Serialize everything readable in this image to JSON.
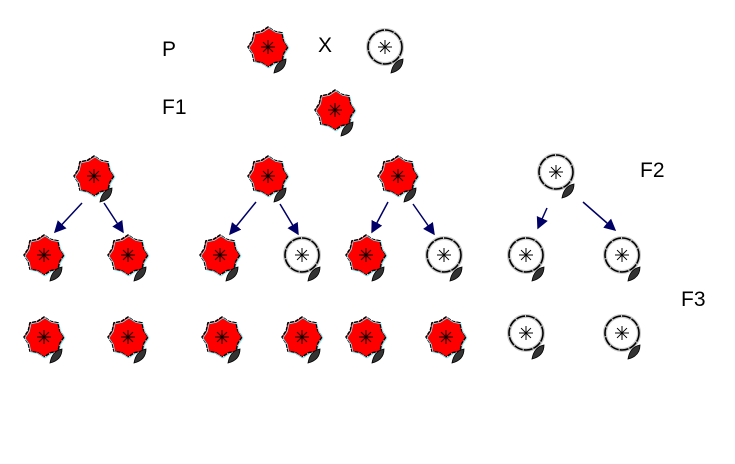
{
  "labels": {
    "p": "P",
    "cross": "X",
    "f1": "F1",
    "f2": "F2",
    "f3": "F3"
  },
  "colors": {
    "red": "#ff0000",
    "white": "#ffffff",
    "arrow": "#000066",
    "leaf": "#333333"
  },
  "generations": {
    "p": [
      "red",
      "white"
    ],
    "f1": [
      "red"
    ],
    "f2": [
      "red",
      "red",
      "red",
      "white"
    ],
    "f3_offspring": [
      "red",
      "red",
      "red",
      "white",
      "red",
      "white",
      "white",
      "white"
    ],
    "f3_next": [
      "red",
      "red",
      "red",
      "red",
      "red",
      "red",
      "white",
      "white"
    ]
  }
}
